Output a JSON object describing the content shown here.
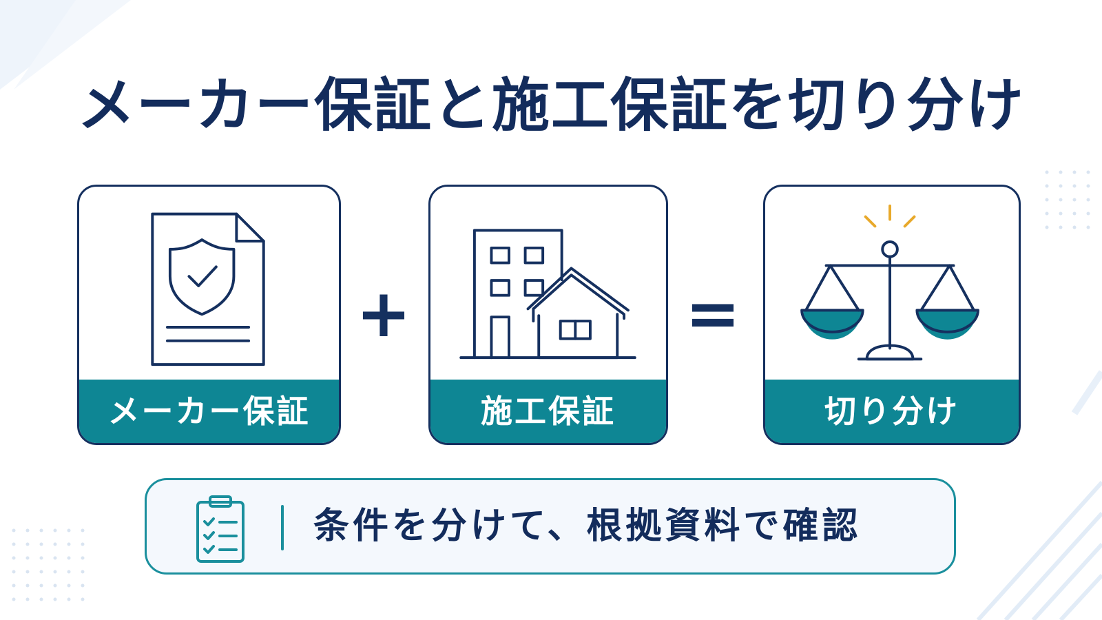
{
  "title": "メーカー保証と施工保証を切り分け",
  "cards": [
    {
      "label": "メーカー保証",
      "icon": "warranty-document-icon"
    },
    {
      "label": "施工保証",
      "icon": "building-house-icon"
    },
    {
      "label": "切り分け",
      "icon": "balance-scale-icon"
    }
  ],
  "operators": {
    "plus": "+",
    "equals": "="
  },
  "banner": {
    "text": "条件を分けて、根拠資料で確認",
    "icon": "checklist-clipboard-icon"
  },
  "colors": {
    "navy": "#15305f",
    "teal": "#0e8694",
    "gold": "#e8a92b",
    "banner_bg": "#f4f8fd"
  }
}
